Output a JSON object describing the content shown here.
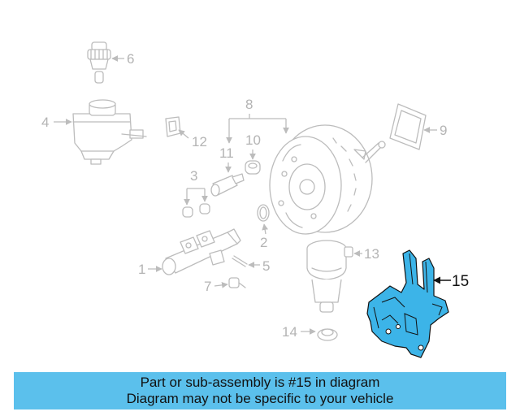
{
  "callouts": {
    "c1": "1",
    "c2": "2",
    "c3": "3",
    "c4": "4",
    "c5": "5",
    "c6": "6",
    "c7": "7",
    "c8": "8",
    "c9": "9",
    "c10": "10",
    "c11": "11",
    "c12": "12",
    "c13": "13",
    "c14": "14",
    "c15": "15"
  },
  "highlight_color": "#3cb4e8",
  "banner": {
    "line1": "Part or sub-assembly is #15 in diagram",
    "line2": "Diagram may not be specific to your vehicle",
    "background": "#5bc0ec"
  }
}
